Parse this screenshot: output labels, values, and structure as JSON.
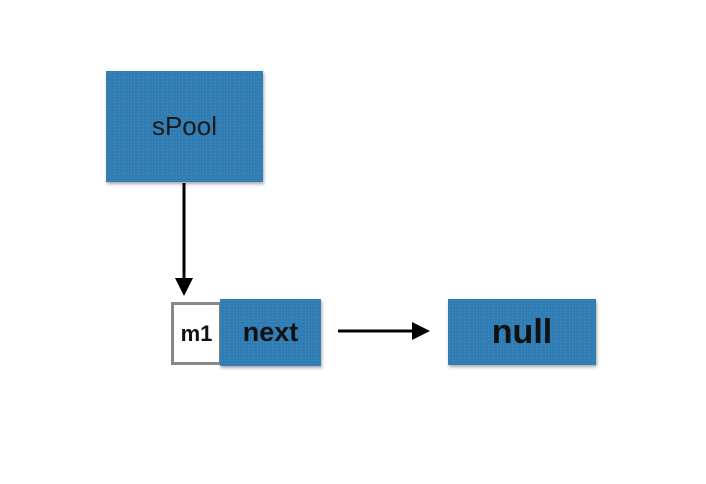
{
  "nodes": {
    "pool_head": {
      "label": "sPool"
    },
    "message": {
      "name": "m1",
      "field": "next"
    },
    "terminator": {
      "label": "null"
    }
  },
  "colors": {
    "box_fill": "#2f7db5",
    "text": "#111111",
    "arrow": "#000000",
    "m1_border": "#888888"
  }
}
